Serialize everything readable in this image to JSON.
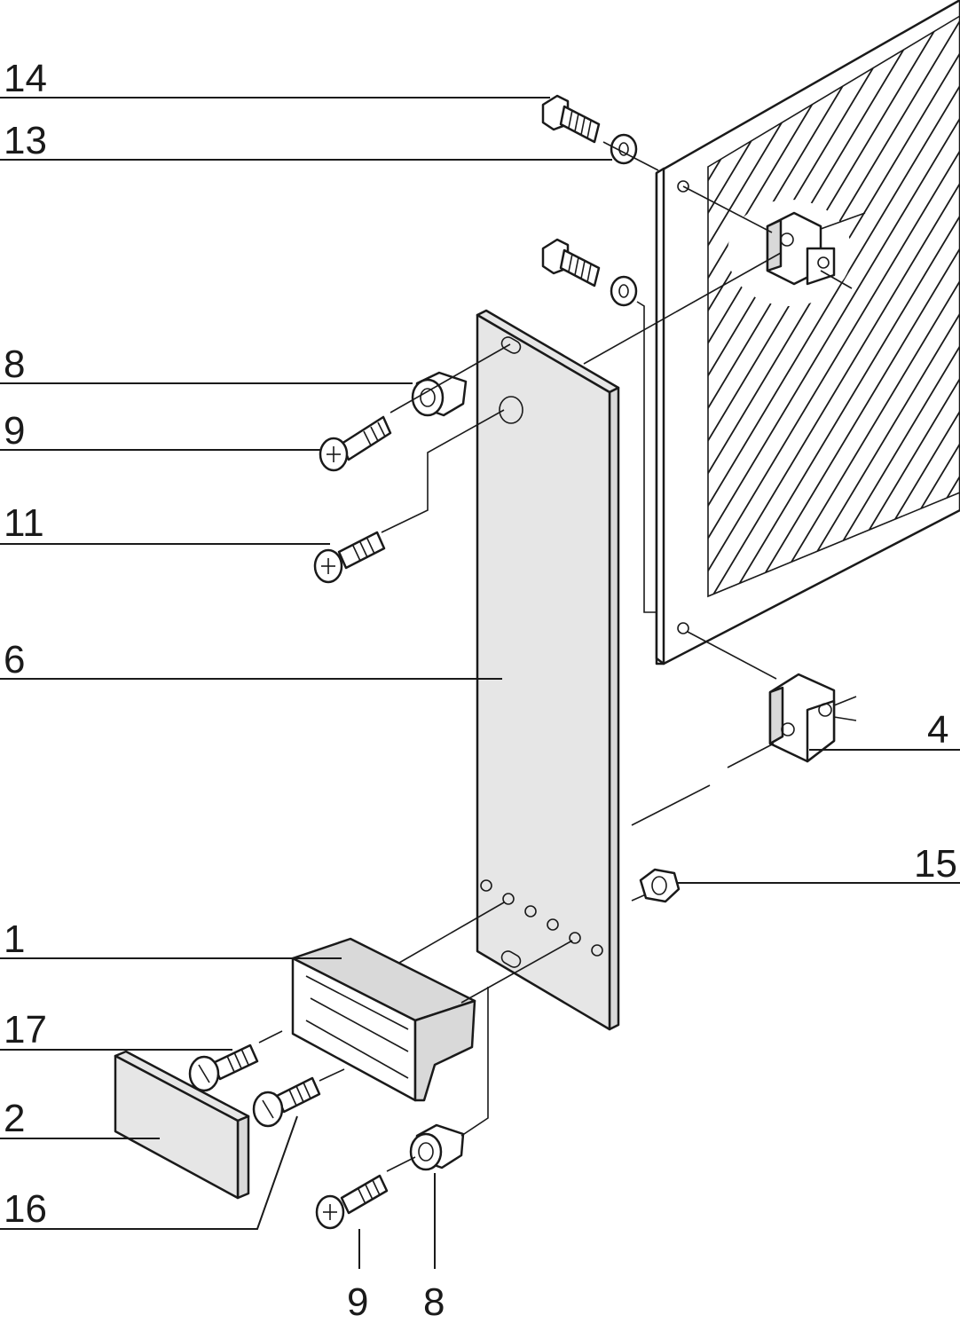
{
  "callouts": {
    "c14": "14",
    "c13": "13",
    "c8_top": "8",
    "c9_top": "9",
    "c11": "11",
    "c6": "6",
    "c4": "4",
    "c15": "15",
    "c1": "1",
    "c17": "17",
    "c2": "2",
    "c16": "16",
    "c9_bottom": "9",
    "c8_bottom": "8"
  },
  "colors": {
    "line": "#1a1a1a",
    "plate_fill": "#e6e6e6",
    "part_fill": "#d9d9d9",
    "background": "#ffffff"
  }
}
